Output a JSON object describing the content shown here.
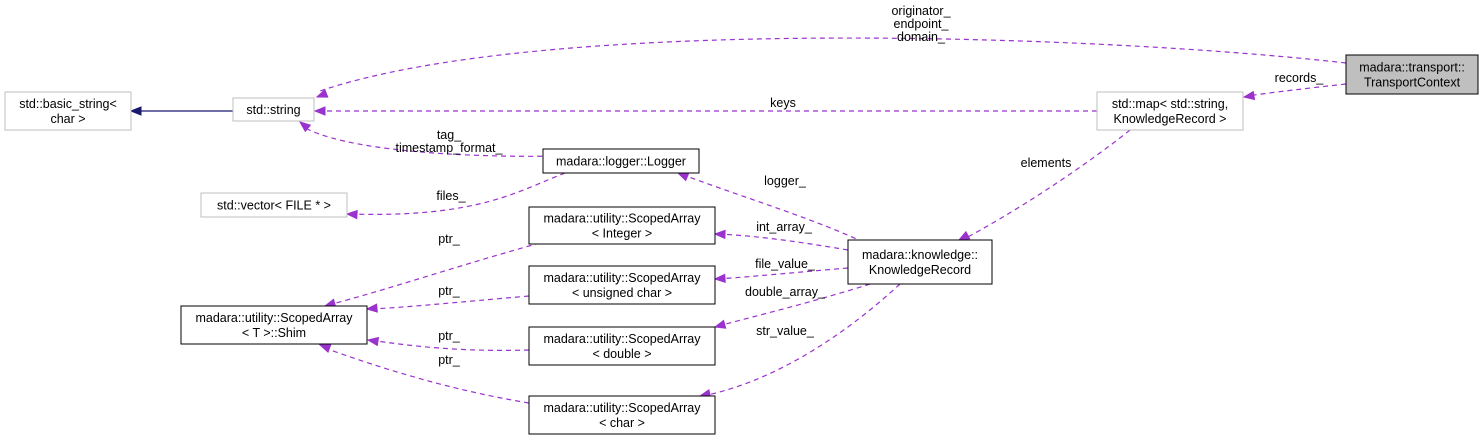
{
  "colors": {
    "background": "#ffffff",
    "highlight_fill": "#bfbfbf",
    "normal_border": "#000000",
    "external_border": "#bfbfbf",
    "inheritance_edge": "#191970",
    "usage_edge": "#9a32cd"
  },
  "nodes": {
    "transport_context": {
      "lines": [
        "madara::transport::",
        "TransportContext"
      ],
      "style": "highlight"
    },
    "std_map": {
      "lines": [
        "std::map< std::string,",
        "KnowledgeRecord >"
      ],
      "style": "external"
    },
    "basic_string": {
      "lines": [
        "std::basic_string<",
        "char >"
      ],
      "style": "external"
    },
    "std_string": {
      "lines": [
        "std::string"
      ],
      "style": "external"
    },
    "logger": {
      "lines": [
        "madara::logger::Logger"
      ],
      "style": "normal"
    },
    "vector_file": {
      "lines": [
        "std::vector< FILE * >"
      ],
      "style": "external"
    },
    "scoped_integer": {
      "lines": [
        "madara::utility::ScopedArray",
        "< Integer >"
      ],
      "style": "normal"
    },
    "scoped_uchar": {
      "lines": [
        "madara::utility::ScopedArray",
        "< unsigned char >"
      ],
      "style": "normal"
    },
    "scoped_shim": {
      "lines": [
        "madara::utility::ScopedArray",
        "< T >::Shim"
      ],
      "style": "normal"
    },
    "scoped_double": {
      "lines": [
        "madara::utility::ScopedArray",
        "< double >"
      ],
      "style": "normal"
    },
    "scoped_char": {
      "lines": [
        "madara::utility::ScopedArray",
        "< char >"
      ],
      "style": "normal"
    },
    "knowledge_record": {
      "lines": [
        "madara::knowledge::",
        "KnowledgeRecord"
      ],
      "style": "normal"
    }
  },
  "edge_labels": {
    "originator": [
      "originator_",
      "endpoint_",
      "domain_"
    ],
    "records": [
      "records_"
    ],
    "keys": [
      "keys"
    ],
    "tag": [
      "tag_",
      "timestamp_format_"
    ],
    "elements": [
      "elements"
    ],
    "files": [
      "files_"
    ],
    "logger": [
      "logger_"
    ],
    "ptr_integer": [
      "ptr_"
    ],
    "int_array": [
      "int_array_"
    ],
    "ptr_uchar": [
      "ptr_"
    ],
    "file_value": [
      "file_value_"
    ],
    "double_array": [
      "double_array_"
    ],
    "ptr_double": [
      "ptr_"
    ],
    "ptr_char": [
      "ptr_"
    ],
    "str_value": [
      "str_value_"
    ]
  }
}
